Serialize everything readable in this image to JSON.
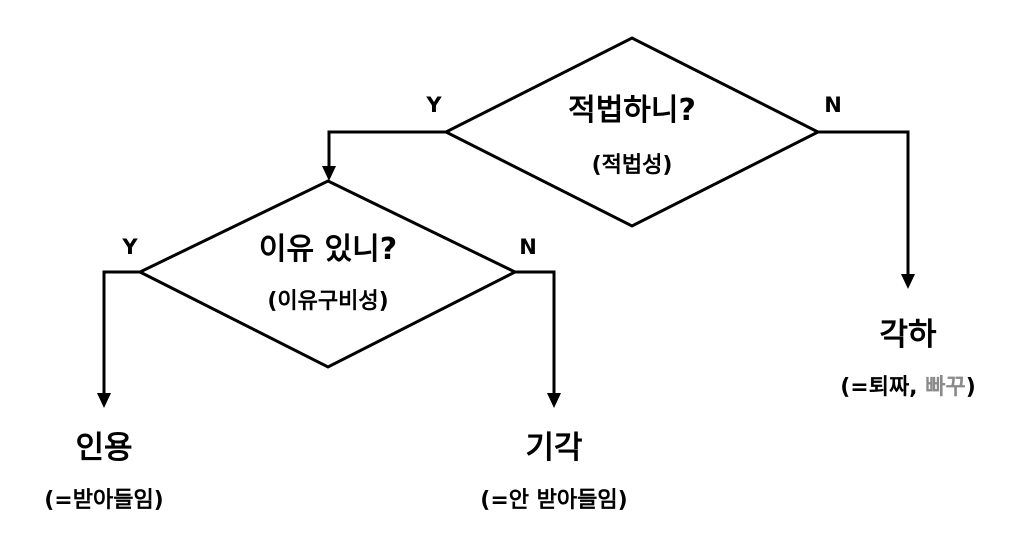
{
  "decisions": {
    "legality": {
      "question": "적법하니?",
      "term": "(적법성)",
      "yes_label": "Y",
      "no_label": "N"
    },
    "reason": {
      "question": "이유 있니?",
      "term": "(이유구비성)",
      "yes_label": "Y",
      "no_label": "N"
    }
  },
  "outcomes": {
    "dismissal": {
      "title": "각하",
      "gloss_prefix": "(=퇴짜, ",
      "gloss_faded": "빠꾸",
      "gloss_suffix": ")",
      "faded_color": "#8a8a8a"
    },
    "acceptance": {
      "title": "인용",
      "gloss": "(=받아들임)"
    },
    "rejection": {
      "title": "기각",
      "gloss": "(=안 받아들임)"
    }
  }
}
